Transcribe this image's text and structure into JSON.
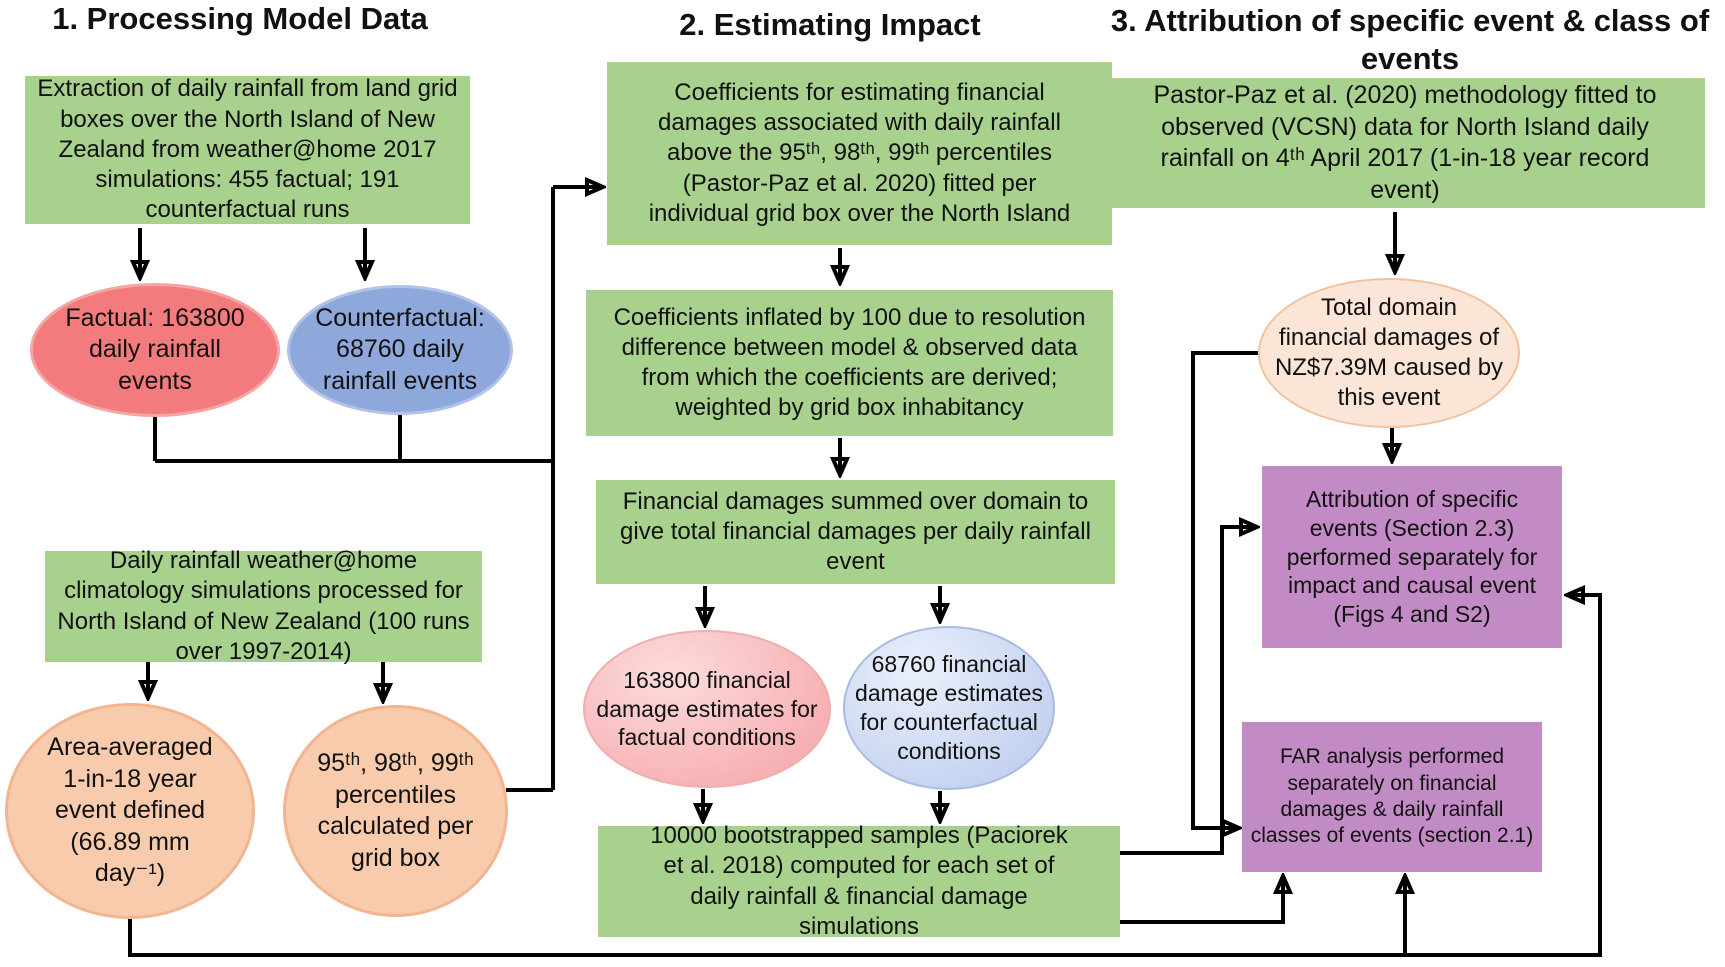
{
  "figure": {
    "background": "#ffffff",
    "connector_color": "#000000",
    "colors": {
      "process_box_green": "#a9d18e",
      "attribution_box_purple": "#c38bc5",
      "factual_ellipse_red": "#f47b7d",
      "counterfactual_ellipse_blue": "#8fa8dc",
      "climatology_ellipse_orange": "#f8cbad",
      "damage_factual_pink": "#f5a2a6",
      "damage_counterfactual_blue": "#b9c9ec",
      "total_damages_ellipse_peach": "#fbe5d6"
    },
    "sections": {
      "processing": {
        "title": "1. Processing Model Data",
        "extraction_box": "Extraction of daily rainfall from land grid boxes over the North Island of New Zealand from weather@home 2017 simulations: 455 factual; 191 counterfactual runs",
        "factual_ellipse": "Factual: 163800 daily rainfall events",
        "counterfactual_ellipse": "Counterfactual: 68760 daily rainfall events",
        "climatology_box": "Daily rainfall weather@home climatology simulations processed for North Island of New Zealand (100 runs over 1997-2014)",
        "area_averaged_ellipse": "Area-averaged 1-in-18 year event defined (66.89 mm day⁻¹)",
        "percentiles_ellipse": "95ᵗʰ, 98ᵗʰ, 99ᵗʰ percentiles calculated per grid box"
      },
      "impact": {
        "title": "2. Estimating Impact",
        "coefficients_box": "Coefficients for estimating financial damages associated with daily rainfall above the 95ᵗʰ, 98ᵗʰ, 99ᵗʰ percentiles (Pastor-Paz et al. 2020) fitted per individual grid box over the North Island",
        "inflation_box": "Coefficients inflated by 100 due to resolution difference between model & observed data from which the coefficients are derived; weighted by grid box inhabitancy",
        "summed_box": "Financial damages summed over domain to give total financial damages per daily rainfall event",
        "factual_damage_ellipse": "163800 financial damage estimates for factual conditions",
        "counterfactual_damage_ellipse": "68760 financial damage estimates for counterfactual conditions",
        "bootstrap_box": "10000 bootstrapped samples (Paciorek et al. 2018) computed for each set of daily rainfall & financial damage simulations"
      },
      "attribution": {
        "title": "3. Attribution of specific event & class of events",
        "methodology_box": "Pastor-Paz et al. (2020) methodology fitted to observed (VCSN) data for North Island daily rainfall on 4ᵗʰ April 2017 (1-in-18 year record event)",
        "total_damages_ellipse": "Total domain financial damages of NZ$7.39M caused by this event",
        "specific_events_box": "Attribution of specific events (Section 2.3) performed separately for impact and causal event (Figs 4 and S2)",
        "far_box": "FAR analysis performed separately on financial damages & daily rainfall classes of events (section 2.1)"
      }
    }
  }
}
